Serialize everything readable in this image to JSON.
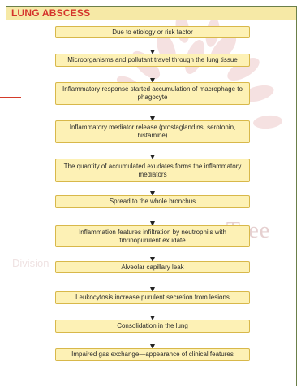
{
  "title": "LUNG ABSCESS",
  "steps": [
    "Due to etiology or risk factor",
    "Microorganisms and pollutant travel through the lung tissue",
    "Inflammatory response started accumulation of macrophage to phagocyte",
    "Inflammatory mediator release (prostaglandins, serotonin, histamine)",
    "The quantity of accumulated exudates forms the inflammatory mediators",
    "Spread to the whole bronchus",
    "Inflammation features infiltration by neutrophils with fibrinopurulent exudate",
    "Alveolar capillary leak",
    "Leukocytosis increase purulent secretion from lesions",
    "Consolidation in the lung",
    "Impaired gas exchange—appearance of clinical features"
  ],
  "watermark": {
    "text1": "e Tree",
    "text2": "Division"
  },
  "colors": {
    "title": "#d4322b",
    "box_fill": "#fdf1b5",
    "box_border": "#d8b84a",
    "frame": "#6b7f4a"
  }
}
